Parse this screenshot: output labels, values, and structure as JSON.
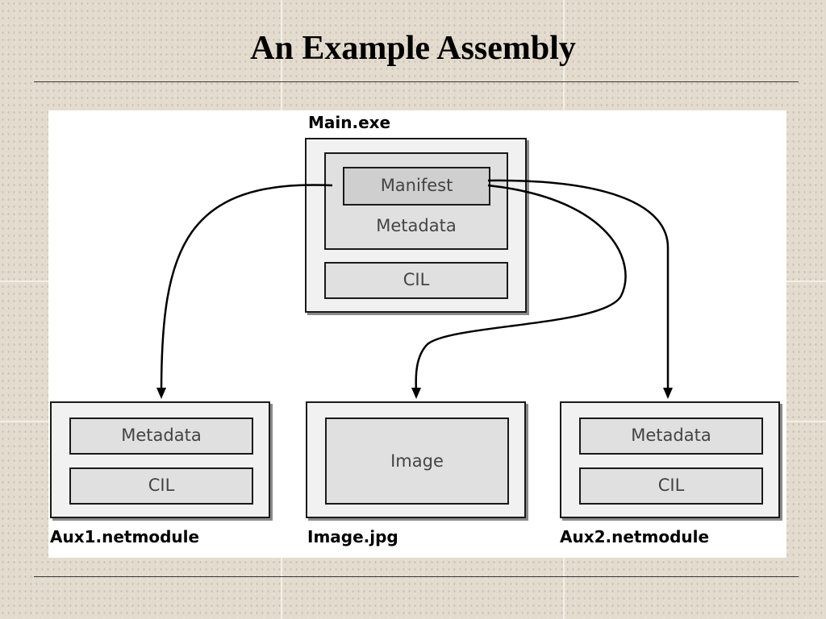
{
  "slide": {
    "title": "An Example Assembly"
  },
  "diagram": {
    "main": {
      "file": "Main.exe",
      "manifest": "Manifest",
      "metadata": "Metadata",
      "cil": "CIL"
    },
    "aux1": {
      "file": "Aux1.netmodule",
      "metadata": "Metadata",
      "cil": "CIL"
    },
    "image": {
      "file": "Image.jpg",
      "content": "Image"
    },
    "aux2": {
      "file": "Aux2.netmodule",
      "metadata": "Metadata",
      "cil": "CIL"
    },
    "line_color": "#000000",
    "box_fill": "#e0e0e0"
  }
}
